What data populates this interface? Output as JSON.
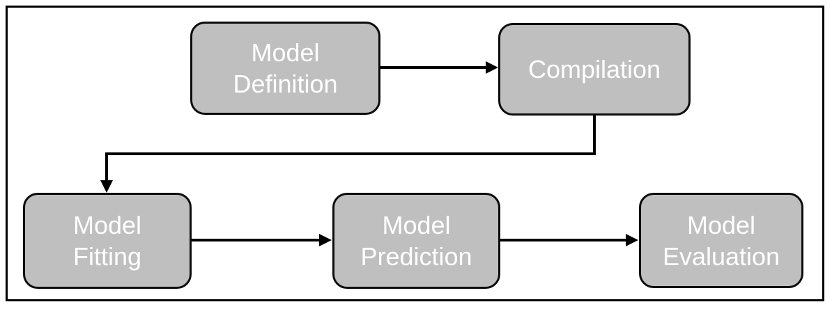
{
  "diagram": {
    "type": "flowchart",
    "nodes": [
      {
        "id": "model-definition",
        "label": "Model\nDefinition"
      },
      {
        "id": "compilation",
        "label": "Compilation"
      },
      {
        "id": "model-fitting",
        "label": "Model\nFitting"
      },
      {
        "id": "model-prediction",
        "label": "Model\nPrediction"
      },
      {
        "id": "model-evaluation",
        "label": "Model\nEvaluation"
      }
    ],
    "edges": [
      {
        "from": "model-definition",
        "to": "compilation",
        "style": "straight-right-arrow"
      },
      {
        "from": "compilation",
        "to": "model-fitting",
        "style": "elbow-down-left-down-arrow"
      },
      {
        "from": "model-fitting",
        "to": "model-prediction",
        "style": "straight-right-arrow"
      },
      {
        "from": "model-prediction",
        "to": "model-evaluation",
        "style": "straight-right-arrow"
      }
    ],
    "colors": {
      "node_fill": "#BFBFBF",
      "node_border": "#0D0D0D",
      "node_text": "#FFFFFF",
      "arrow": "#000000",
      "frame_border": "#000000",
      "background": "#FFFFFF"
    }
  }
}
